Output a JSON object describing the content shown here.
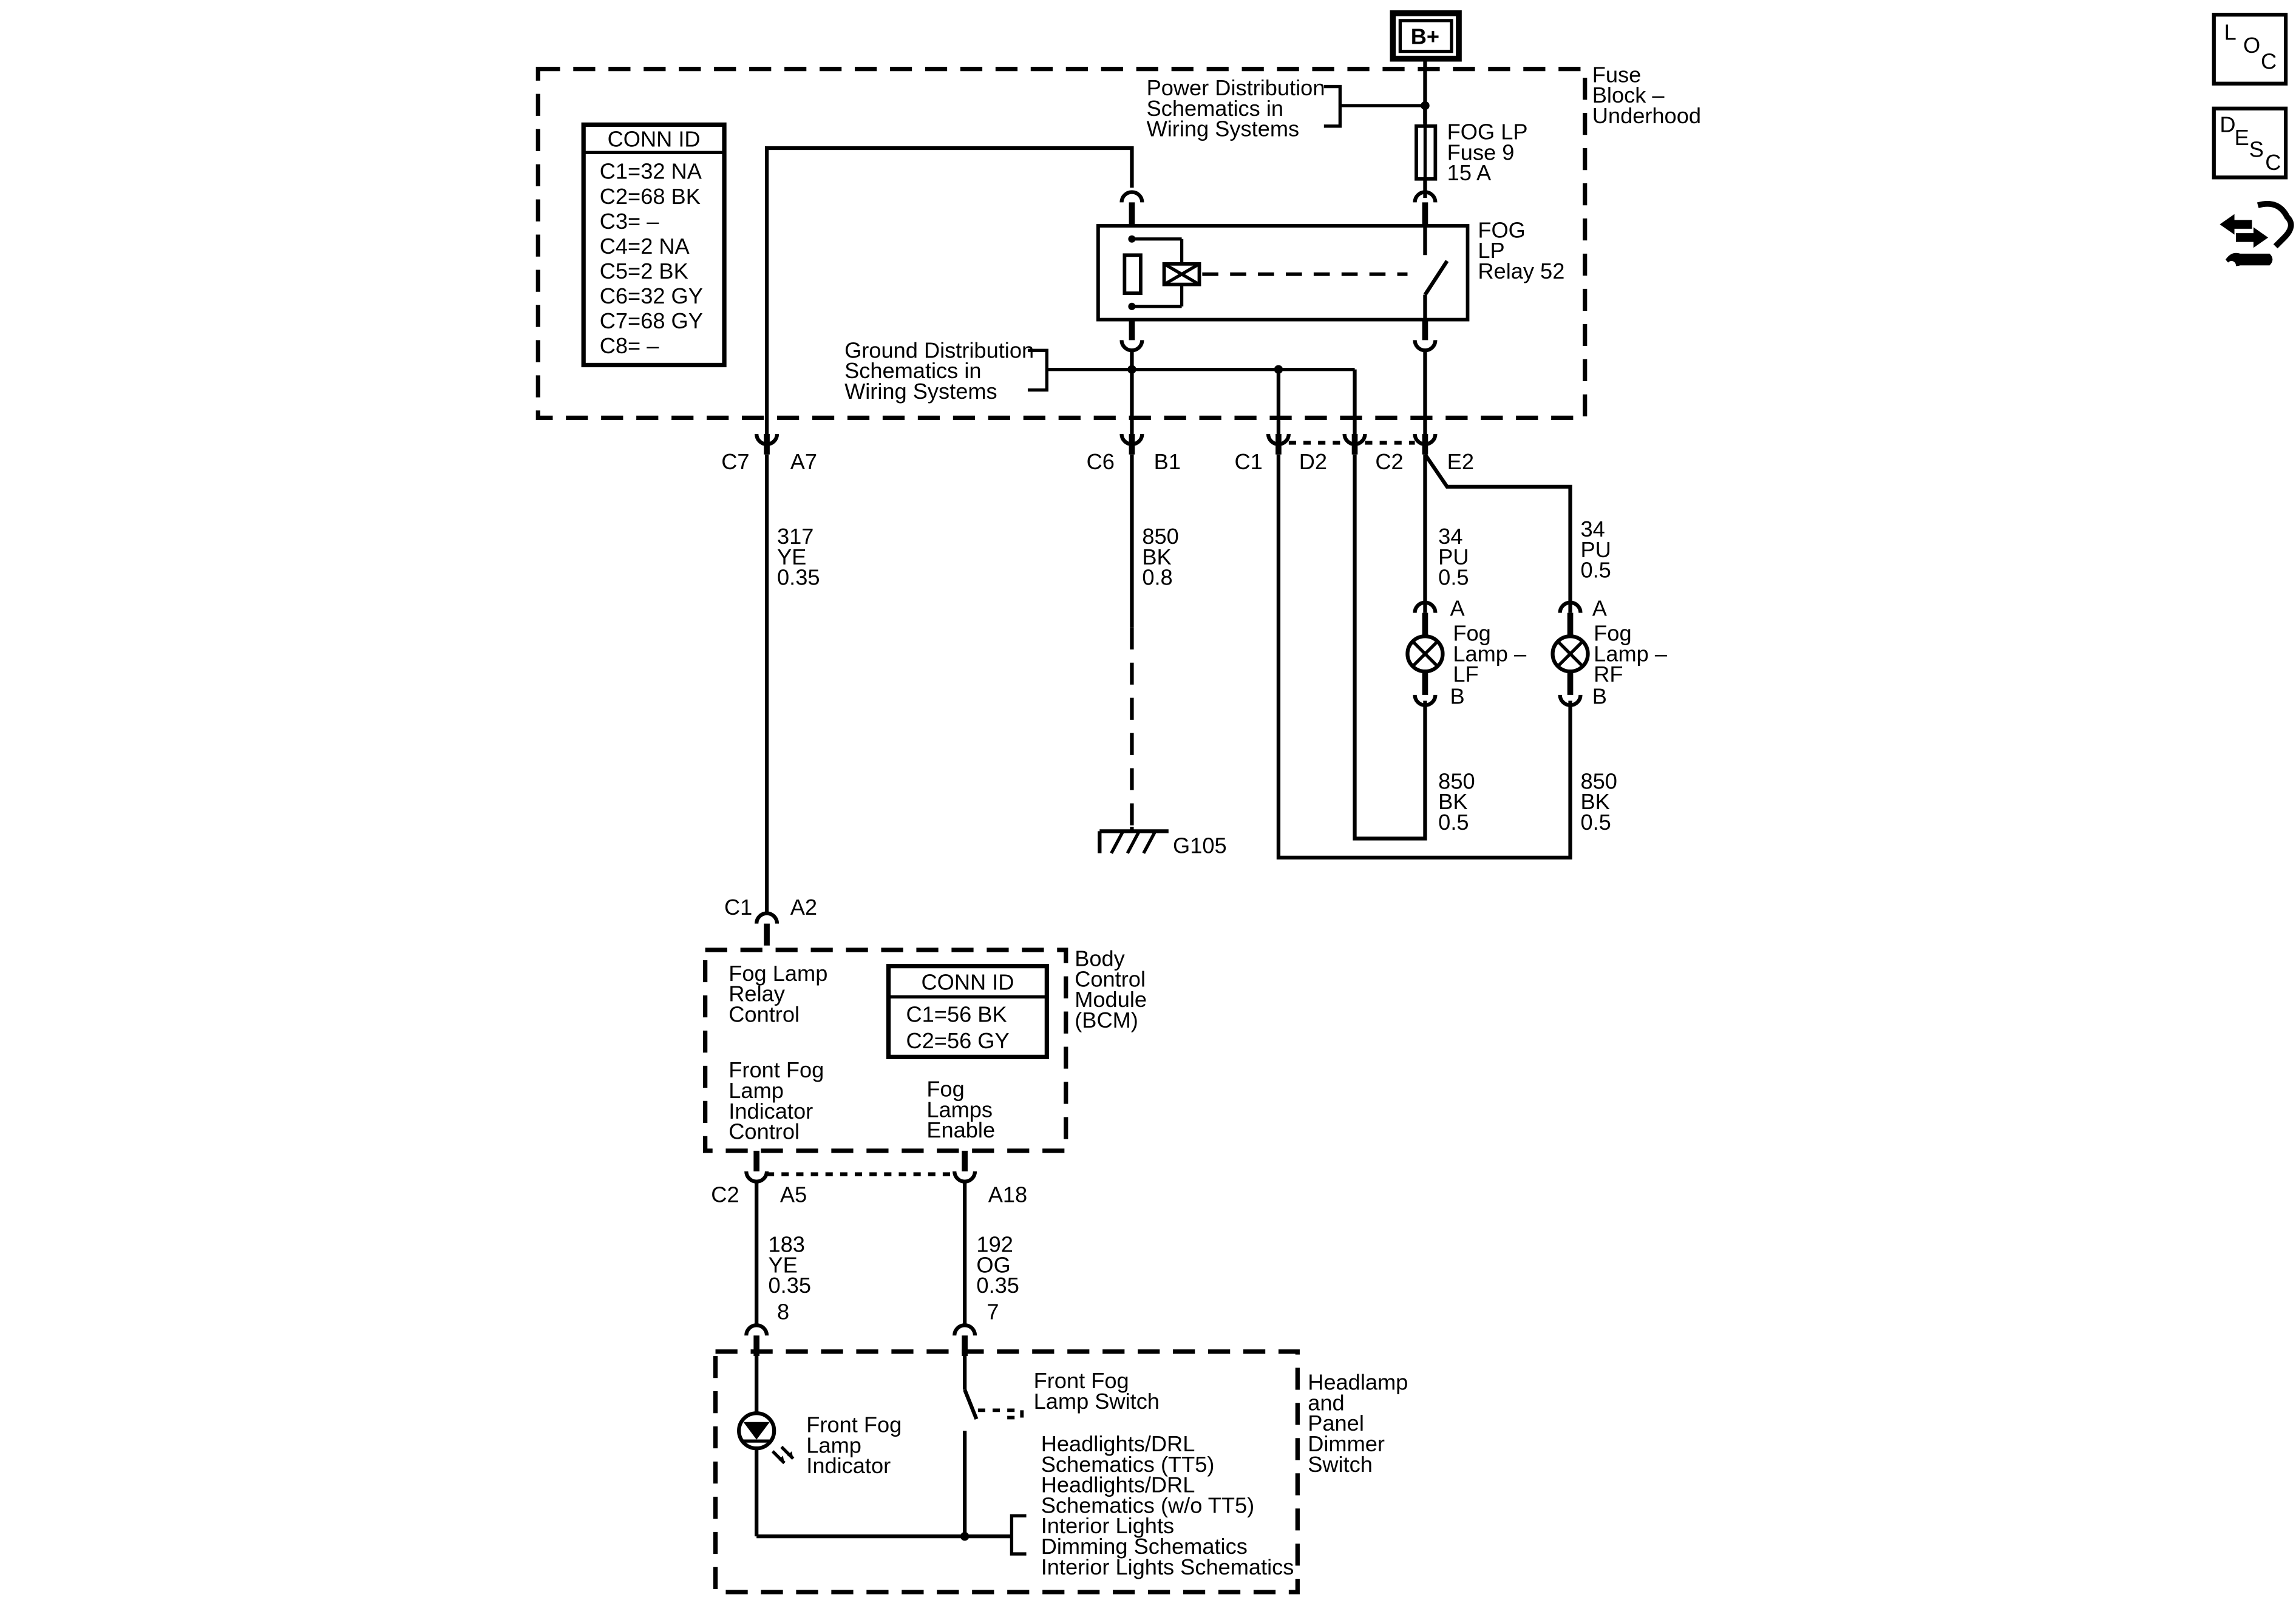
{
  "power": {
    "label": "B+"
  },
  "fuse_block": {
    "title": [
      "Fuse",
      "Block –",
      "Underhood"
    ],
    "conn_id": {
      "title": "CONN ID",
      "rows": [
        "C1=32 NA",
        "C2=68 BK",
        "C3= –",
        "C4=2 NA",
        "C5=2 BK",
        "C6=32 GY",
        "C7=68 GY",
        "C8= –"
      ]
    },
    "power_dist_ref": [
      "Power Distribution",
      "Schematics in",
      "Wiring Systems"
    ],
    "ground_dist_ref": [
      "Ground Distribution",
      "Schematics in",
      "Wiring Systems"
    ],
    "fuse_label": [
      "FOG  LP",
      "Fuse 9",
      "15 A"
    ],
    "relay_label": [
      "FOG",
      "LP",
      "Relay 52"
    ]
  },
  "connectors": {
    "c7": "C7",
    "a7": "A7",
    "c6": "C6",
    "b1": "B1",
    "c1": "C1",
    "d2": "D2",
    "c2": "C2",
    "e2": "E2",
    "bcm_c1": "C1",
    "bcm_a2": "A2",
    "bcm_c2": "C2",
    "bcm_a5": "A5",
    "bcm_a18": "A18",
    "sw_8": "8",
    "sw_7": "7"
  },
  "wires": {
    "w317": [
      "317",
      "YE",
      "0.35"
    ],
    "w850_ground": [
      "850",
      "BK",
      "0.8"
    ],
    "w34_lf": [
      "34",
      "PU",
      "0.5"
    ],
    "w34_rf": [
      "34",
      "PU",
      "0.5"
    ],
    "w850_lf": [
      "850",
      "BK",
      "0.5"
    ],
    "w850_rf": [
      "850",
      "BK",
      "0.5"
    ],
    "w183": [
      "183",
      "YE",
      "0.35"
    ],
    "w192": [
      "192",
      "OG",
      "0.35"
    ]
  },
  "fog_lamp_lf": {
    "pin_a": "A",
    "pin_b": "B",
    "label": [
      "Fog",
      "Lamp –",
      "LF"
    ]
  },
  "fog_lamp_rf": {
    "pin_a": "A",
    "pin_b": "B",
    "label": [
      "Fog",
      "Lamp –",
      "RF"
    ]
  },
  "ground": {
    "label": "G105"
  },
  "bcm": {
    "title": [
      "Body",
      "Control",
      "Module",
      "(BCM)"
    ],
    "relay_control": [
      "Fog Lamp",
      "Relay",
      "Control"
    ],
    "indicator_control": [
      "Front Fog",
      "Lamp",
      "Indicator",
      "Control"
    ],
    "lamps_enable": [
      "Fog",
      "Lamps",
      "Enable"
    ],
    "conn_id": {
      "title": "CONN ID",
      "rows": [
        "C1=56 BK",
        "C2=56 GY"
      ]
    }
  },
  "switch": {
    "title": [
      "Headlamp",
      "and",
      "Panel",
      "Dimmer",
      "Switch"
    ],
    "fog_switch": [
      "Front Fog",
      "Lamp Switch"
    ],
    "indicator": [
      "Front Fog",
      "Lamp",
      "Indicator"
    ],
    "refs": [
      "Headlights/DRL",
      "Schematics (TT5)",
      "Headlights/DRL",
      "Schematics (w/o TT5)",
      "Interior Lights",
      "Dimming Schematics",
      "Interior Lights Schematics"
    ]
  },
  "nav": {
    "loc": [
      "L",
      "O",
      "C"
    ],
    "desc": [
      "D",
      "E",
      "S",
      "C"
    ],
    "tools_icon": "diagnostic-tools-icon"
  }
}
